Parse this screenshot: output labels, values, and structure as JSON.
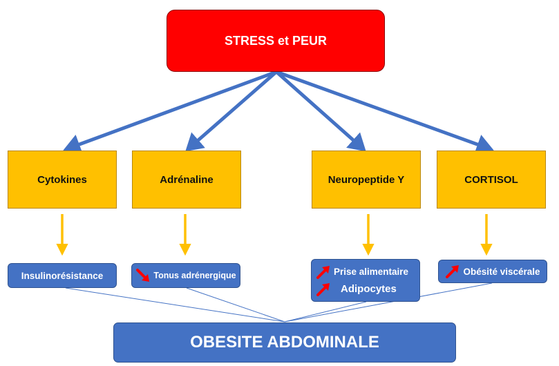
{
  "nodes": {
    "root": "STRESS et PEUR",
    "hormones": [
      "Cytokines",
      "Adrénaline",
      "Neuropeptide Y",
      "CORTISOL"
    ],
    "effects": {
      "insulin": "Insulinorésistance",
      "tonus": "Tonus adrénergique",
      "prise": "Prise alimentaire",
      "adipo": "Adipocytes",
      "visceral": "Obésité viscérale"
    },
    "bottom": "OBESITE ABDOMINALE"
  },
  "colors": {
    "root": "#ff0000",
    "hormone": "#ffc000",
    "effect": "#4472c4",
    "connector_blue": "#4472c4",
    "connector_gold": "#ffc000",
    "indicator": "#ff0000"
  },
  "indicators": {
    "tonus": "down",
    "prise": "up",
    "adipo": "up",
    "visceral": "up"
  }
}
